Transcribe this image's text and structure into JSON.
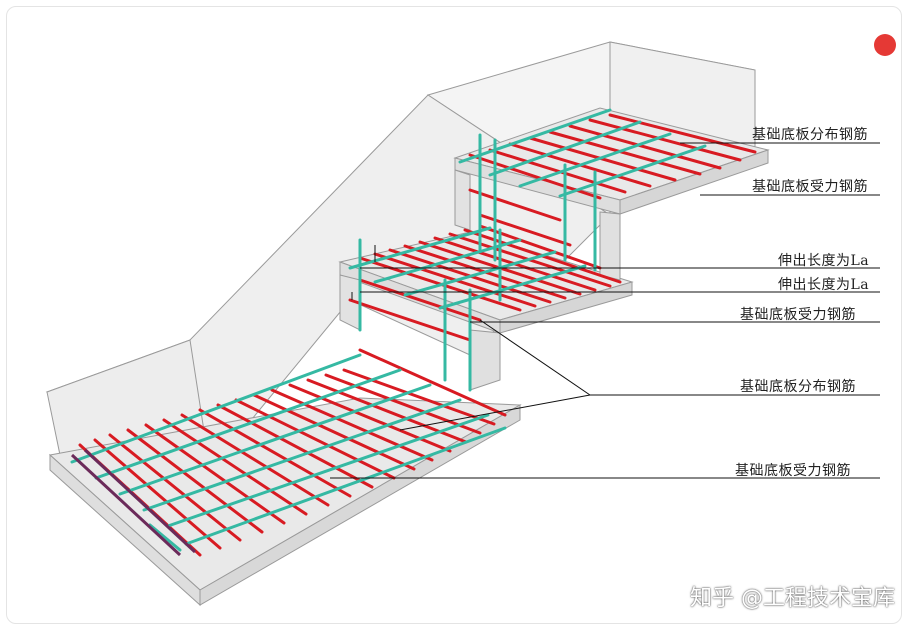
{
  "labels": {
    "top_distribution": "基础底板分布钢筋",
    "top_main": "基础底板受力钢筋",
    "anchor_1": "伸出长度为La",
    "anchor_2": "伸出长度为La",
    "mid_main": "基础底板受力钢筋",
    "lower_distribution": "基础底板分布钢筋",
    "lower_main": "基础底板受力钢筋"
  },
  "watermark": "知乎 @工程技术宝库",
  "colors": {
    "main_rebar": "#d81b22",
    "distribution_rebar": "#35b9a3",
    "concrete_edge": "#9a9a9a",
    "leader_line": "#111111"
  }
}
